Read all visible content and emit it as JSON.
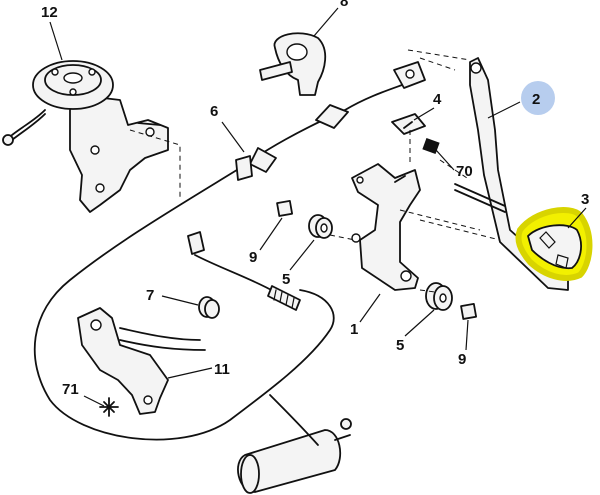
{
  "colors": {
    "highlight": "#f2f000",
    "badge": "#b7cdee",
    "ink": "#111111"
  },
  "callouts": {
    "p12": "12",
    "p8": "8",
    "p2": "2",
    "p3": "3",
    "p4": "4",
    "p70": "70",
    "p6": "6",
    "p9a": "9",
    "p5a": "5",
    "p7": "7",
    "p1": "1",
    "p11": "11",
    "p71": "71",
    "p5b": "5",
    "p9b": "9"
  }
}
